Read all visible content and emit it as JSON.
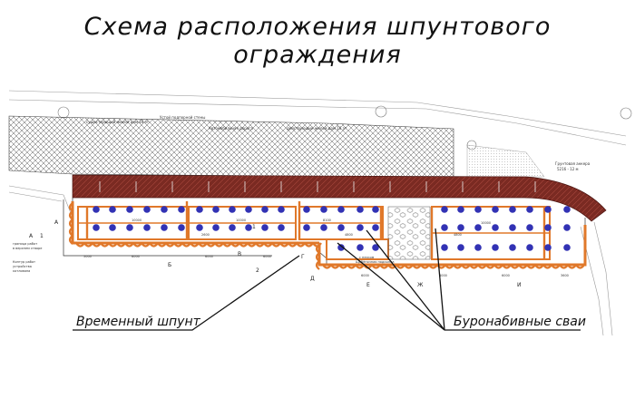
{
  "title": "Схема расположения шпунтового ограждения",
  "callouts": {
    "sheet_pile": "Временный шпунт",
    "bored_piles": "Буронабивные сваи"
  },
  "notes": {
    "existing_building": "существующий жилой дом 16 эт",
    "retaining_wall": "Устой подпорной стены",
    "highway": "Автомобильная дорога",
    "mid_building": "действующий жилой дом 16 эт",
    "ground_anchor": "Грунтовая анкера",
    "ground_anchor_spec": "5216 - 12 м",
    "work_boundary_1": "граница работ",
    "work_boundary_2": "в верхнем створе",
    "work_boundary_3": "Контур работ",
    "work_boundary_4": "устройства",
    "work_boundary_5": "котлована",
    "soil_note_1": "с песком",
    "soil_note_2": "Щебёночная подсыпка"
  },
  "dimensions": {
    "d1": "10000",
    "d2": "10000",
    "d3": "8100",
    "d4": "10000",
    "d5": "6000",
    "d6": "6000",
    "d7": "6000",
    "d8": "6000",
    "d9": "6000",
    "d10": "6000",
    "d11": "5000",
    "d12": "2600",
    "d13": "3600",
    "d14": "4800",
    "d15": "4800"
  },
  "axes": {
    "a": "А",
    "b": "Б",
    "v": "В",
    "g": "Г",
    "d": "Д",
    "e": "Е",
    "zh": "Ж",
    "i": "И",
    "n1": "1",
    "n2": "2",
    "a1": "А",
    "a1n": "1"
  },
  "colors": {
    "hatch_zone": "#7a2a22",
    "sheet_pile": "#e0782a",
    "bored_pile": "#3232b4"
  }
}
